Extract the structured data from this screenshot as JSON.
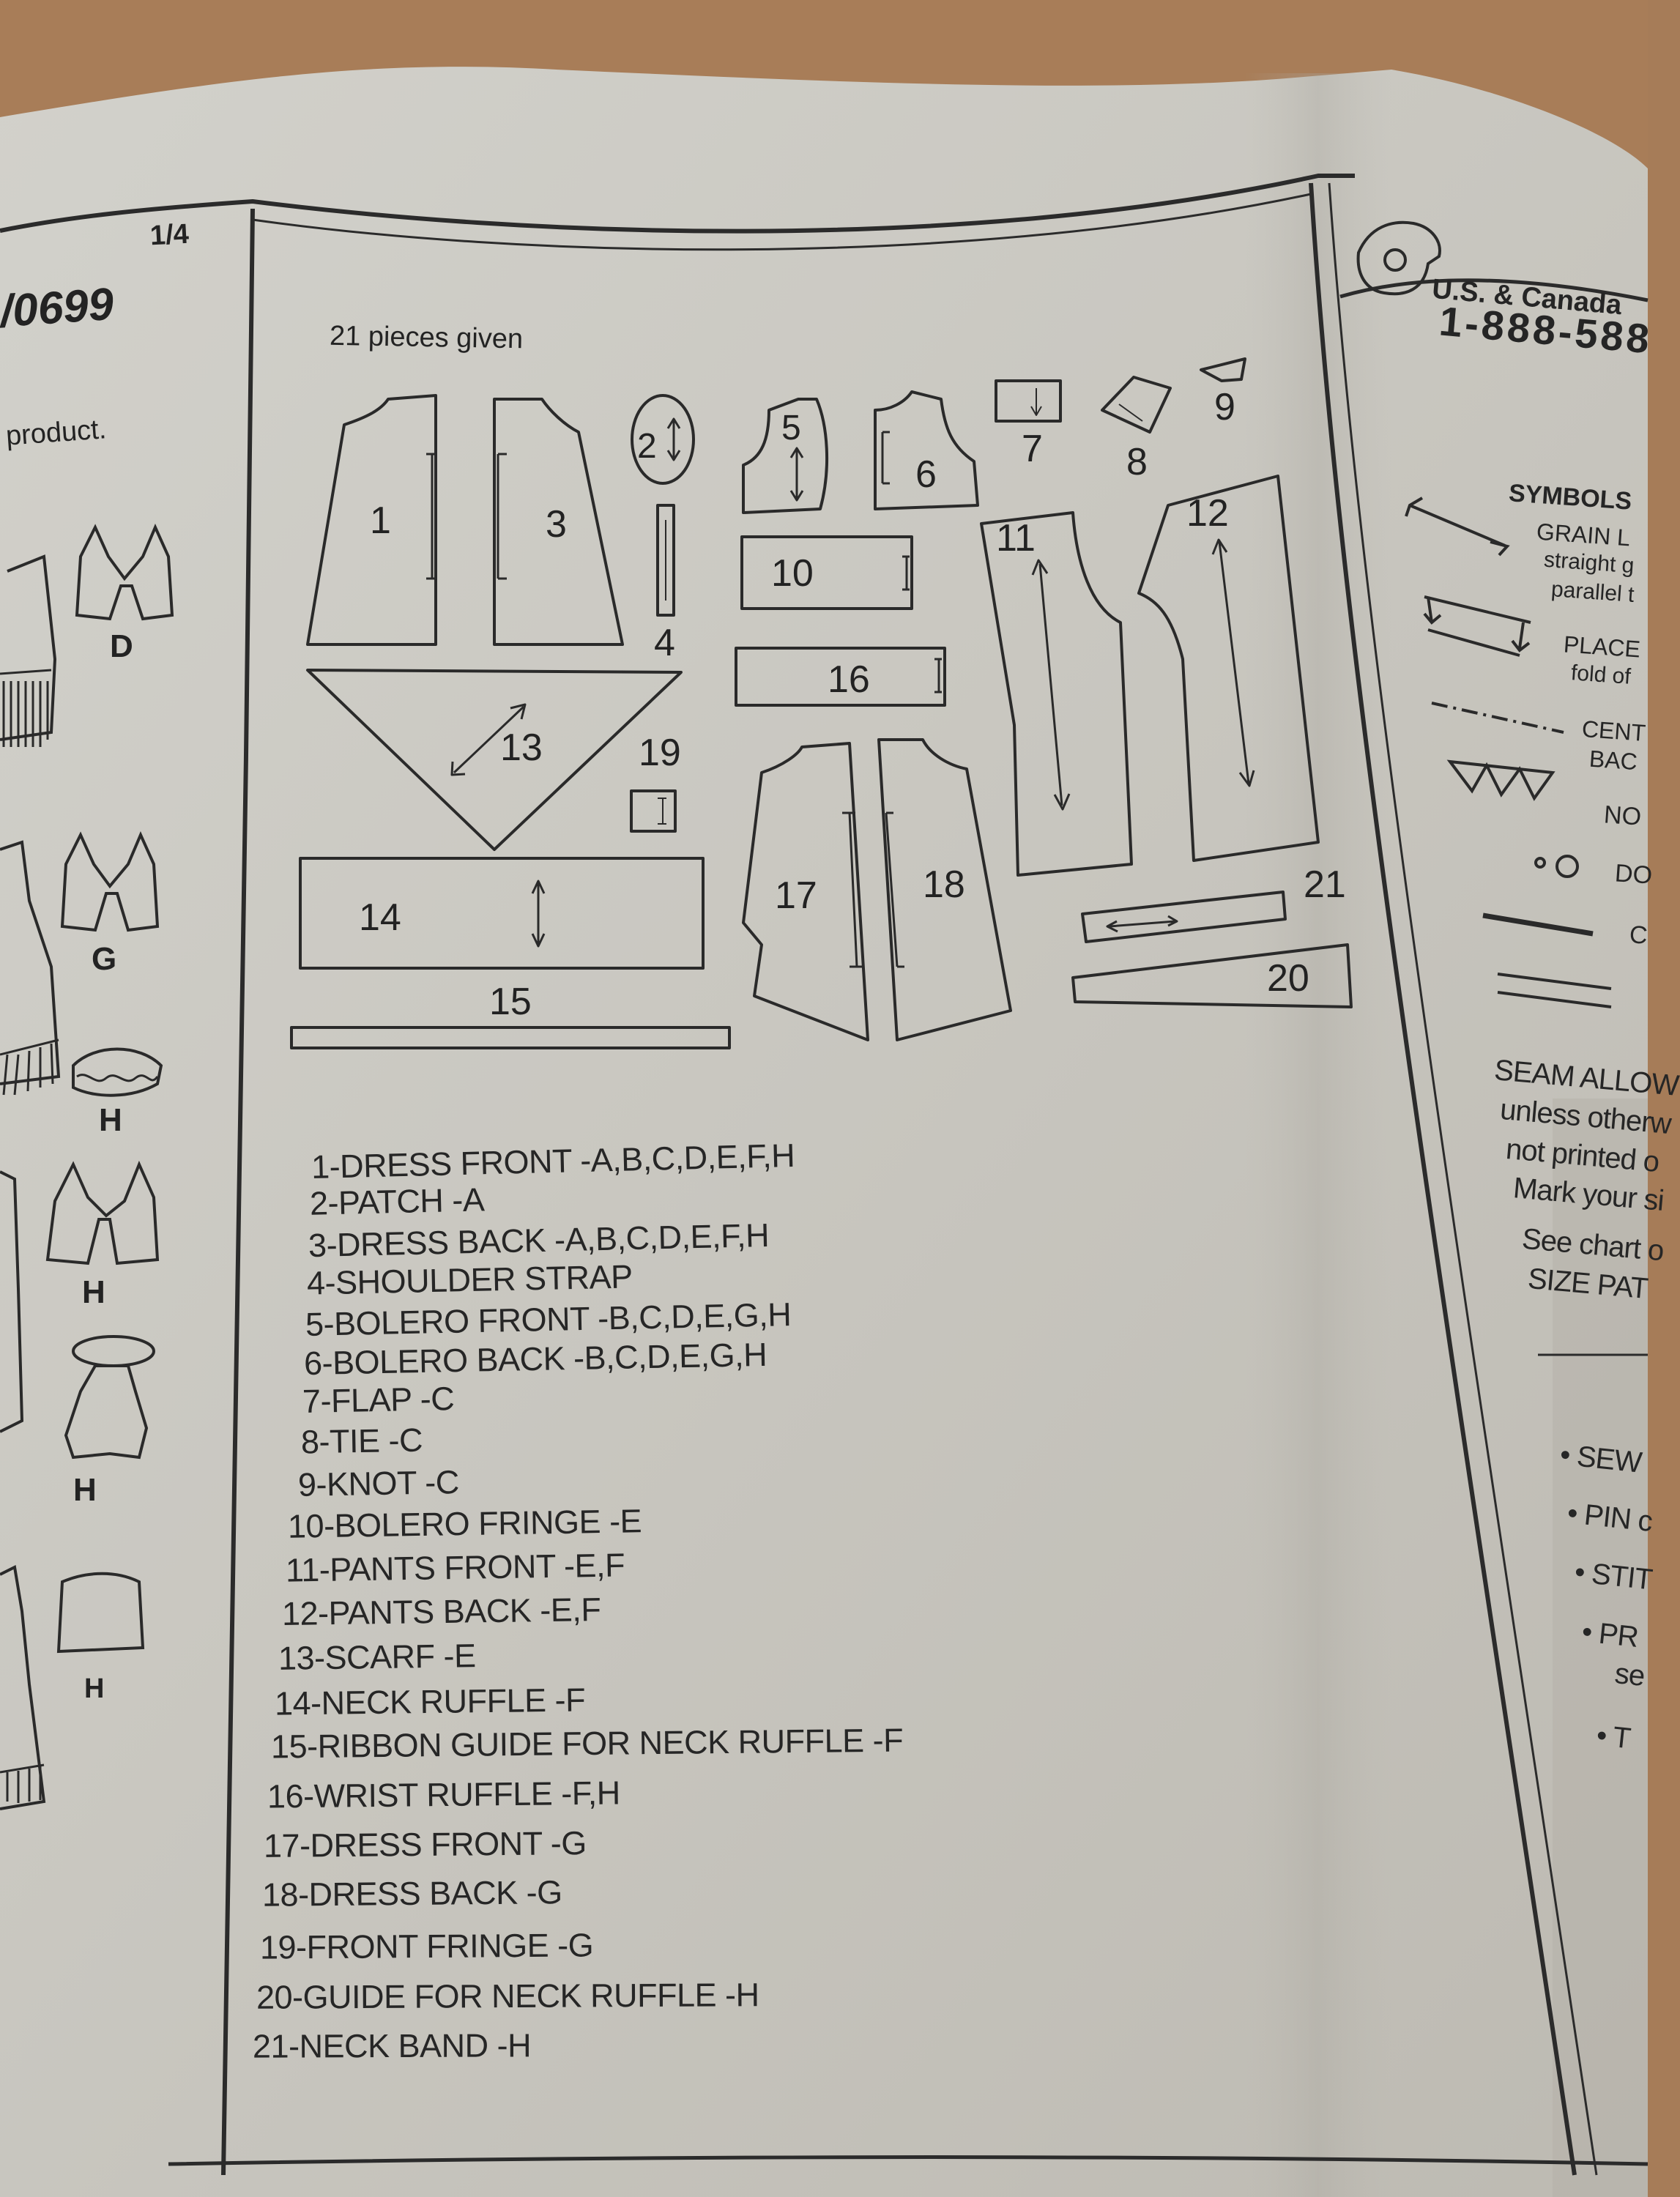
{
  "left_panel": {
    "page_indicator": "1/4",
    "pattern_number": "/0699",
    "product_text": "product.",
    "view_labels": [
      "D",
      "G",
      "H",
      "H",
      "H",
      "H"
    ]
  },
  "center_panel": {
    "pieces_given": "21 pieces given",
    "piece_numbers": [
      "1",
      "2",
      "3",
      "4",
      "5",
      "6",
      "7",
      "8",
      "9",
      "10",
      "11",
      "12",
      "13",
      "14",
      "15",
      "16",
      "17",
      "18",
      "19",
      "20",
      "21"
    ],
    "legend": [
      "1-DRESS FRONT -A,B,C,D,E,F,H",
      "2-PATCH -A",
      "3-DRESS BACK -A,B,C,D,E,F,H",
      "4-SHOULDER STRAP",
      "5-BOLERO FRONT -B,C,D,E,G,H",
      "6-BOLERO BACK -B,C,D,E,G,H",
      "7-FLAP -C",
      "8-TIE -C",
      "9-KNOT -C",
      "10-BOLERO FRINGE -E",
      "11-PANTS FRONT -E,F",
      "12-PANTS BACK -E,F",
      "13-SCARF -E",
      "14-NECK RUFFLE -F",
      "15-RIBBON GUIDE FOR NECK RUFFLE -F",
      "16-WRIST RUFFLE -F,H",
      "17-DRESS FRONT -G",
      "18-DRESS BACK -G",
      "19-FRONT FRINGE -G",
      "20-GUIDE FOR NECK RUFFLE -H",
      "21-NECK BAND -H"
    ]
  },
  "right_panel": {
    "phone_region": "U.S. & Canada",
    "phone_number": "1-888-588",
    "symbols_title": "SYMBOLS",
    "symbols": {
      "grain_line": [
        "GRAIN L",
        "straight g",
        "parallel t"
      ],
      "place_on_fold": [
        "PLACE",
        "fold of"
      ],
      "center_back": [
        "CENT",
        "BAC"
      ],
      "notches": "NO",
      "dots": "DO",
      "cutting_line": "C"
    },
    "seam_allowance": [
      "SEAM ALLOW",
      "unless otherw",
      "not printed o",
      "Mark your si"
    ],
    "size_chart": [
      "See chart o",
      "SIZE PAT"
    ],
    "instructions": [
      "• SEW",
      "• PIN c",
      "• STIT",
      "• PR",
      "se",
      "• T"
    ]
  }
}
